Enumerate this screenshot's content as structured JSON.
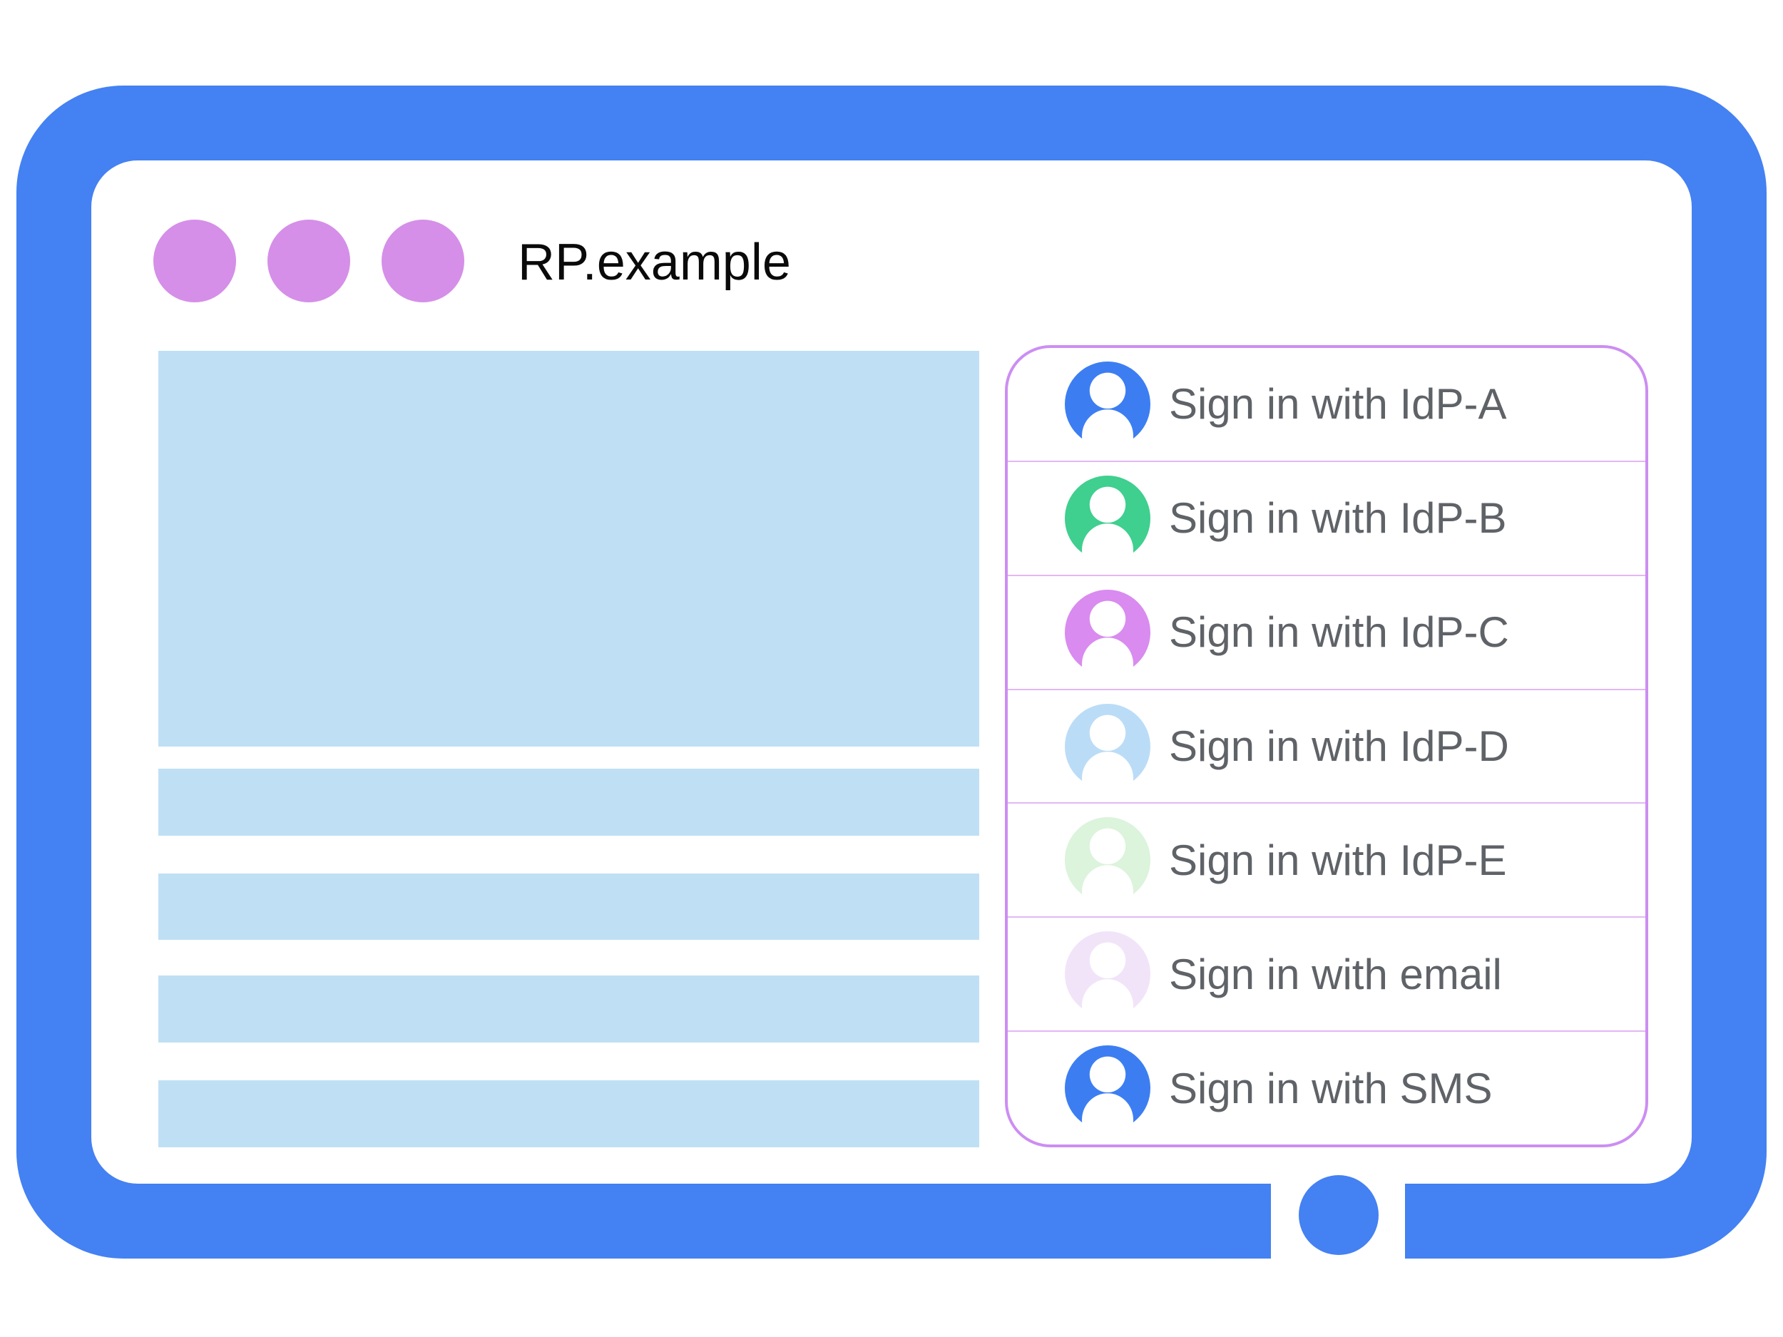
{
  "window": {
    "title": "RP.example",
    "controls_count": 3
  },
  "signin_panel": {
    "options": [
      {
        "id": "idp-a",
        "label": "Sign in with IdP-A",
        "avatar_color": "#3C7EF2",
        "icon": "person-icon"
      },
      {
        "id": "idp-b",
        "label": "Sign in with IdP-B",
        "avatar_color": "#3FCF8F",
        "icon": "person-icon"
      },
      {
        "id": "idp-c",
        "label": "Sign in with IdP-C",
        "avatar_color": "#D98BEF",
        "icon": "person-icon"
      },
      {
        "id": "idp-d",
        "label": "Sign in with IdP-D",
        "avatar_color": "#BBDCF7",
        "icon": "person-icon"
      },
      {
        "id": "idp-e",
        "label": "Sign in with IdP-E",
        "avatar_color": "#DCF3DC",
        "icon": "person-icon"
      },
      {
        "id": "email",
        "label": "Sign in with email",
        "avatar_color": "#F1E4F9",
        "icon": "person-icon"
      },
      {
        "id": "sms",
        "label": "Sign in with SMS",
        "avatar_color": "#3C7EF2",
        "icon": "person-icon"
      }
    ]
  },
  "device": {
    "home_button_icon": "home-button-circle"
  },
  "colors": {
    "frame_blue": "#4481F2",
    "dot_purple": "#D58FE8",
    "placeholder_blue": "#BFE0F4",
    "panel_border": "#CC8EF2",
    "separator_purple": "#E3B7F5",
    "label_gray": "#5F6368"
  }
}
